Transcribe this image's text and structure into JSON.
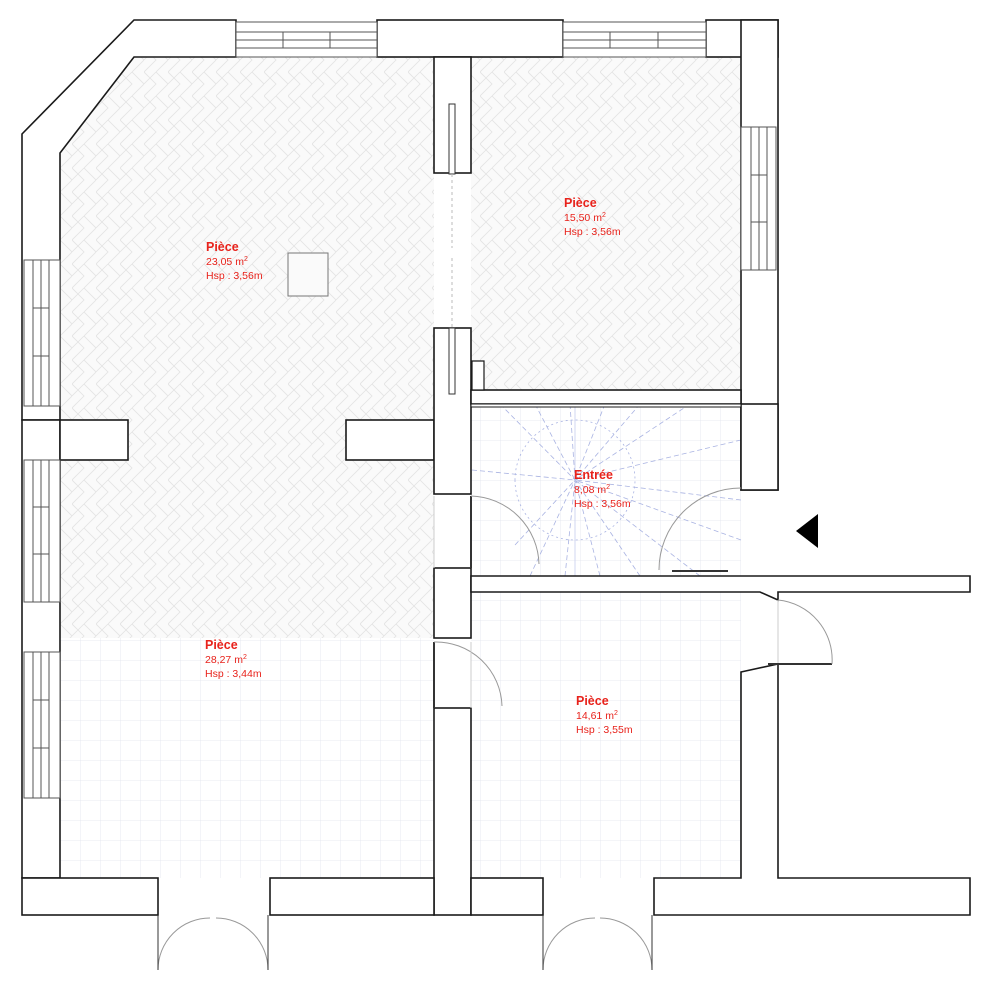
{
  "colors": {
    "label": "#e8221b",
    "wall": "#1a1a1a",
    "wall_fill": "#ffffff",
    "tile_grid": "#dfe2ea",
    "parquet": "#e7e7e7",
    "stair_lines": "#9aa7dd",
    "entrance_arrow": "#000000"
  },
  "entrance_marker_icon": "entrance-arrow-icon",
  "rooms": [
    {
      "name": "Pièce",
      "area_value": "23,05 m",
      "area_unit_exp": "2",
      "height": "Hsp : 3,56m"
    },
    {
      "name": "Pièce",
      "area_value": "15,50 m",
      "area_unit_exp": "2",
      "height": "Hsp : 3,56m"
    },
    {
      "name": "Entrée",
      "area_value": "8,08 m",
      "area_unit_exp": "2",
      "height": "Hsp : 3,56m"
    },
    {
      "name": "Pièce",
      "area_value": "28,27 m",
      "area_unit_exp": "2",
      "height": "Hsp : 3,44m"
    },
    {
      "name": "Pièce",
      "area_value": "14,61 m",
      "area_unit_exp": "2",
      "height": "Hsp : 3,55m"
    }
  ]
}
